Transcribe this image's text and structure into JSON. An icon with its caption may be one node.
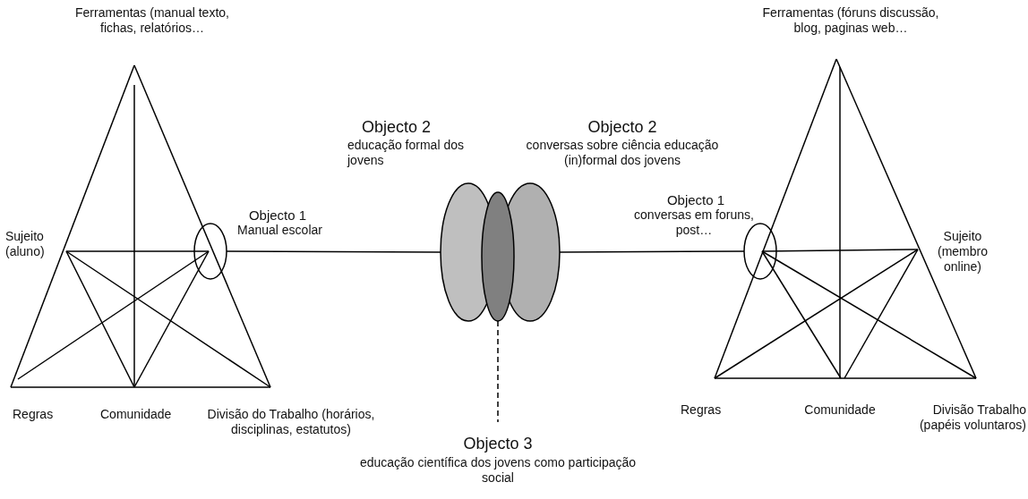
{
  "diagram": {
    "nodes": [
      {
        "text": [
          "Objecto 1",
          "Manual escolar"
        ]
      },
      {
        "text": [
          "Objecto 2",
          "educação formal dos jovens"
        ]
      },
      {
        "text": [
          "Objecto 2",
          "conversas sobre ciência educação (in)formal dos jovens"
        ]
      },
      {
        "text": [],
        "shape": "ellipse"
      },
      {
        "text": [
          "Objecto 1",
          "conversas em foruns, post…"
        ]
      },
      {
        "text": [
          "Objecto 3",
          "educação científica dos jovens como participação social"
        ]
      }
    ],
    "edges": [
      {
        "from": 0,
        "to": 1,
        "arrow": "none"
      },
      {
        "from": 2,
        "to": 4,
        "arrow": "none"
      },
      {
        "from": 3,
        "to": 5,
        "arrow": "none",
        "style": "dashed"
      }
    ],
    "labels": [
      "Ferramentas (manual texto, fichas, relatórios…",
      "Ferramentas (fóruns discussão, blog, paginas web…",
      "Sujeito (aluno)",
      "Sujeito (membro online)",
      "Regras",
      "Comunidade",
      "Divisão do Trabalho (horários, disciplinas, estatutos)",
      "Regras",
      "Comunidade",
      "Divisão Trabalho (papéis voluntaros)"
    ]
  }
}
